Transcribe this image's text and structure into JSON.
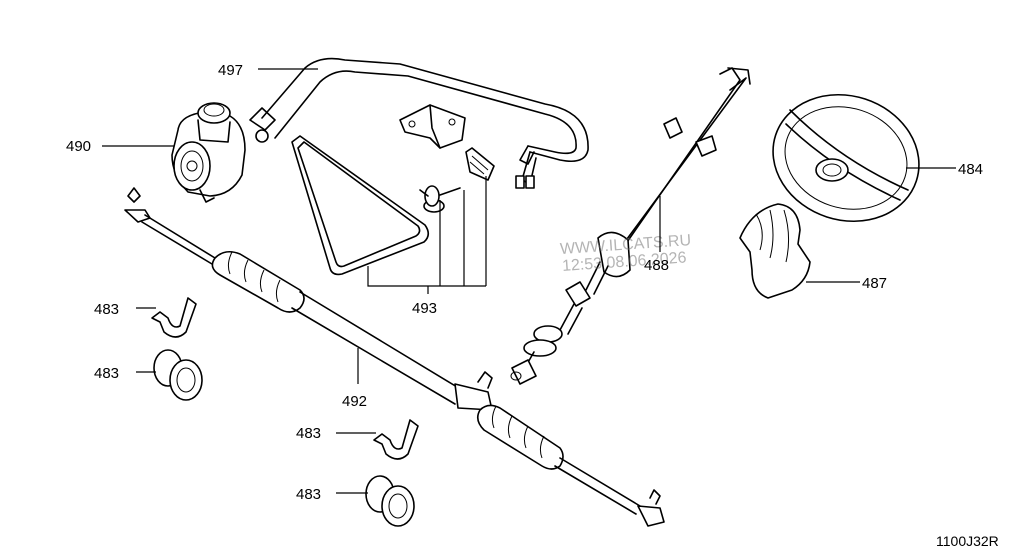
{
  "callouts": {
    "c497": "497",
    "c490": "490",
    "c483a": "483",
    "c483b": "483",
    "c483c": "483",
    "c483d": "483",
    "c492": "492",
    "c493": "493",
    "c488": "488",
    "c484": "484",
    "c487": "487"
  },
  "watermark": {
    "site": "WWW.ILCATS.RU",
    "stamp": "12:53 08.06.2026"
  },
  "diagram_code": "1100J32R"
}
